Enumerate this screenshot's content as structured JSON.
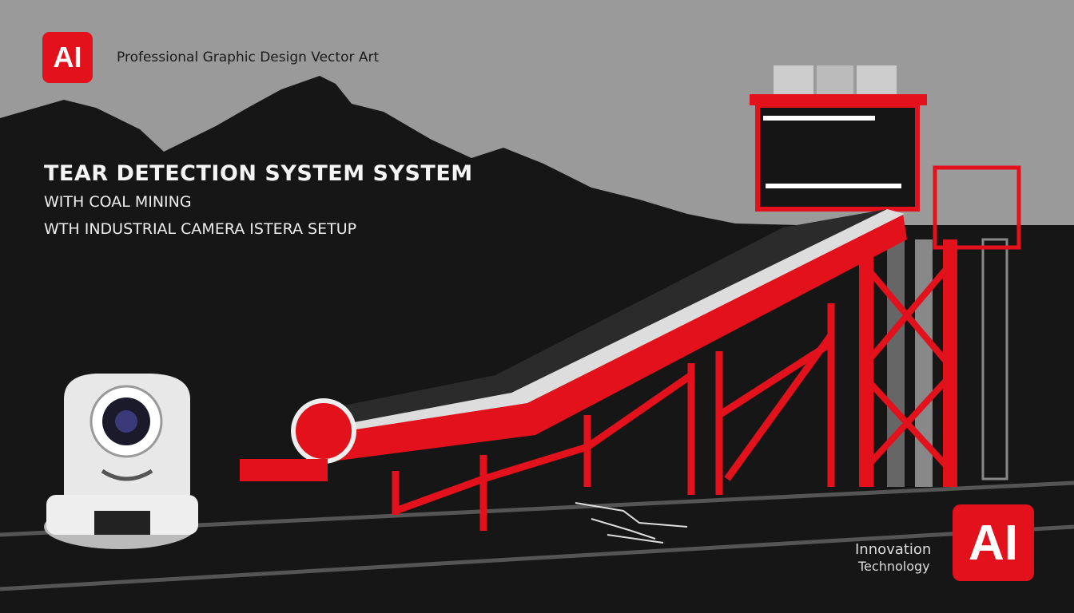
{
  "header": {
    "logo_text": "AI",
    "tagline": "Professional Graphic Design Vector Art"
  },
  "headline": {
    "title": "TEAR DETECTION SYSTEM SYSTEM",
    "subtitle_1": "WITH COAL MINING",
    "subtitle_2": "WTH INDUSTRIAL CAMERA ISTERA SETUP"
  },
  "footer": {
    "line_1": "Innovation",
    "line_2": "Technology",
    "logo_text": "AI"
  },
  "colors": {
    "accent": "#e3111b",
    "sky": "#9a9a9a",
    "ground": "#161616"
  },
  "icons": [
    "ptz-camera-icon",
    "conveyor-belt-illustration",
    "mountain-silhouette"
  ]
}
